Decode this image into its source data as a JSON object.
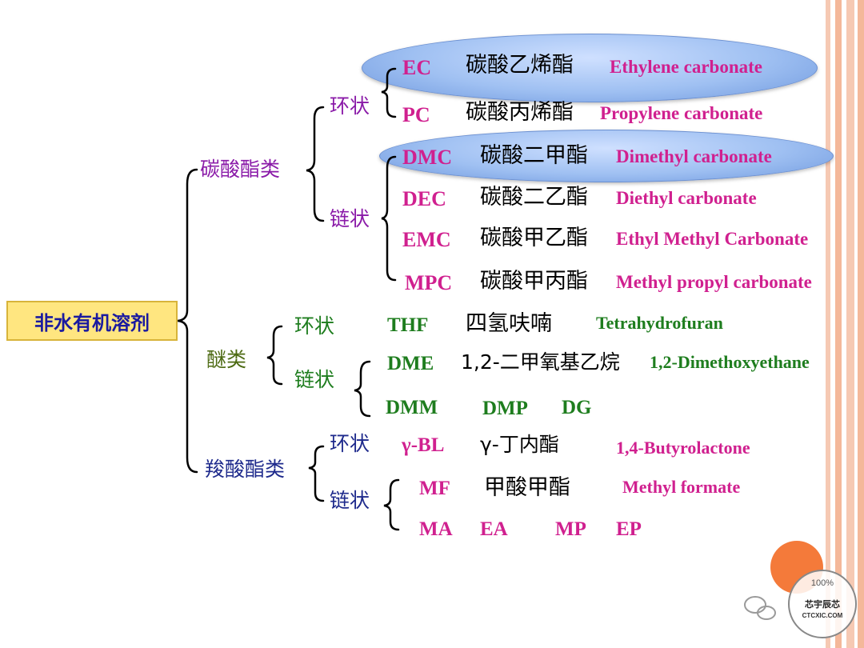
{
  "root": "非水有机溶剂",
  "categories": {
    "carbonate": {
      "label": "碳酸酯类",
      "cyclic_label": "环状",
      "chain_label": "链状",
      "cyclic": [
        {
          "abbr": "EC",
          "cn": "碳酸乙烯酯",
          "en": "Ethylene carbonate"
        },
        {
          "abbr": "PC",
          "cn": "碳酸丙烯酯",
          "en": "Propylene carbonate"
        }
      ],
      "chain": [
        {
          "abbr": "DMC",
          "cn": "碳酸二甲酯",
          "en": "Dimethyl carbonate"
        },
        {
          "abbr": "DEC",
          "cn": "碳酸二乙酯",
          "en": "Diethyl carbonate"
        },
        {
          "abbr": "EMC",
          "cn": "碳酸甲乙酯",
          "en": "Ethyl Methyl Carbonate"
        },
        {
          "abbr": "MPC",
          "cn": "碳酸甲丙酯",
          "en": "Methyl propyl carbonate"
        }
      ]
    },
    "ether": {
      "label": "醚类",
      "cyclic_label": "环状",
      "chain_label": "链状",
      "cyclic": {
        "abbr": "THF",
        "cn": "四氢呋喃",
        "en": "Tetrahydrofuran"
      },
      "chain_main": {
        "abbr": "DME",
        "cn": "1,2-二甲氧基乙烷",
        "en": "1,2-Dimethoxyethane"
      },
      "chain_others": [
        "DMM",
        "DMP",
        "DG"
      ]
    },
    "carboxylate": {
      "label": "羧酸酯类",
      "cyclic_label": "环状",
      "chain_label": "链状",
      "cyclic": {
        "abbr": "γ-BL",
        "cn": "γ-丁内酯",
        "en": "1,4-Butyrolactone"
      },
      "chain_main": {
        "abbr": "MF",
        "cn": "甲酸甲酯",
        "en": "Methyl formate"
      },
      "chain_others": [
        "MA",
        "EA",
        "MP",
        "EP"
      ]
    }
  },
  "watermark": {
    "stamp_top": "100%",
    "stamp_mid": "芯宇辰芯",
    "stamp_url": "CTCXIC.COM"
  },
  "colors": {
    "abbr_carbonate": "#d0208f",
    "english_carbonate": "#d0208f",
    "ether_text": "#1e7d1e",
    "carbonate_label": "#8a1aa8",
    "carboxylate_label": "#1e2a8c",
    "root_fill": "#ffe680"
  }
}
